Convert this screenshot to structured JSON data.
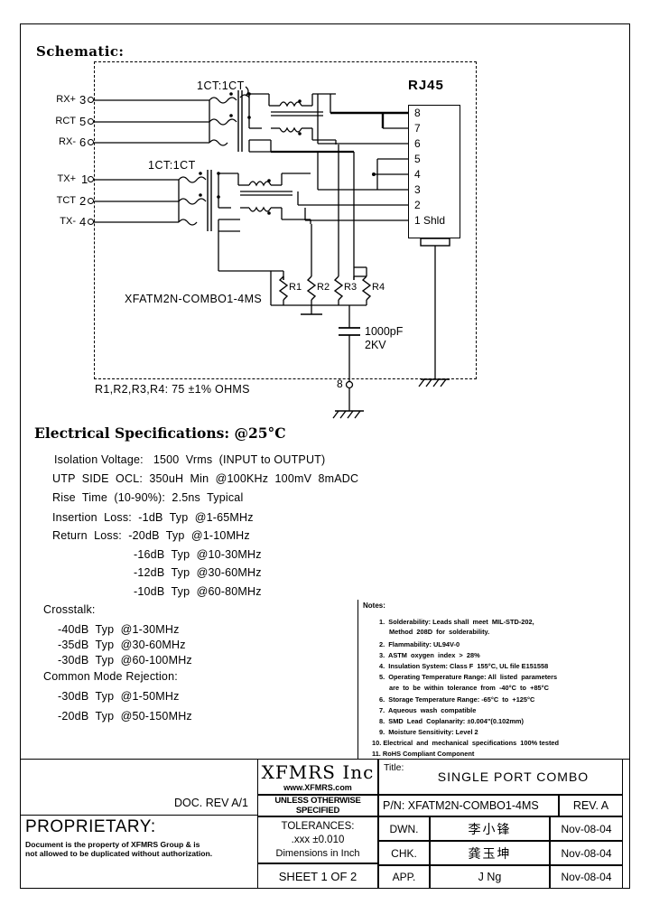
{
  "page": {
    "section_title": "Schematic:",
    "doc_rev": "DOC. REV A/1"
  },
  "schematic": {
    "transformer_ratio_top": "1CT:1CT",
    "transformer_ratio_bottom": "1CT:1CT",
    "part_label": "XFATM2N-COMBO1-4MS",
    "rj45_title": "RJ45",
    "left_pins": [
      {
        "name": "RX+",
        "num": "3"
      },
      {
        "name": "RCT",
        "num": "5"
      },
      {
        "name": "RX-",
        "num": "6"
      },
      {
        "name": "TX+",
        "num": "1"
      },
      {
        "name": "TCT",
        "num": "2"
      },
      {
        "name": "TX-",
        "num": "4"
      }
    ],
    "rj45_pins": [
      "8",
      "7",
      "6",
      "5",
      "4",
      "3",
      "2",
      "1  Shld"
    ],
    "resistors": [
      "R1",
      "R2",
      "R3",
      "R4"
    ],
    "cap_value": "1000pF",
    "cap_rating": "2KV",
    "shield_pin_num": "8",
    "resistor_note": "R1,R2,R3,R4:  75  ±1%  OHMS"
  },
  "electrical": {
    "heading": "Electrical   Specifications: @25°C",
    "lines": [
      "Isolation Voltage:   1500  Vrms  (INPUT to OUTPUT)",
      "UTP  SIDE  OCL:  350uH  Min  @100KHz  100mV  8mADC",
      "Rise  Time  (10-90%):  2.5ns  Typical",
      "Insertion  Loss:  -1dB  Typ  @1-65MHz",
      "Return  Loss:  -20dB  Typ  @1-10MHz",
      "-16dB  Typ  @10-30MHz",
      "-12dB  Typ  @30-60MHz",
      "-10dB  Typ  @60-80MHz"
    ],
    "crosstalk_heading": "Crosstalk:",
    "crosstalk": [
      "-40dB  Typ  @1-30MHz",
      "-35dB  Typ  @30-60MHz",
      "-30dB  Typ  @60-100MHz"
    ],
    "cmr_heading": "Common Mode Rejection:",
    "cmr": [
      "-30dB  Typ  @1-50MHz",
      "-20dB  Typ  @50-150MHz"
    ]
  },
  "notes": {
    "title": "Notes:",
    "items": [
      "1.  Solderability: Leads shall  meet  MIL-STD-202,",
      "Method  208D  for  solderability.",
      "2.  Flammability: UL94V-0",
      "3.  ASTM  oxygen  index  >  28%",
      "4.  Insulation System: Class F  155°C, UL file E151558",
      "5.  Operating Temperature Range: All  listed  parameters",
      "are  to  be  within  tolerance  from  -40°C  to  +85°C",
      "6.  Storage Temperature Range: -65°C  to  +125°C",
      "7.  Aqueous  wash  compatible",
      "8.  SMD  Lead  Coplanarity: ±0.004\"(0.102mm)",
      "9.  Moisture Sensitivity: Level 2",
      "10. Electrical  and  mechanical  specifications  100% tested",
      "11. RoHS Compliant Component"
    ]
  },
  "title_block": {
    "company": "XFMRS  Inc",
    "website": "www.XFMRS.com",
    "title_label": "Title:",
    "title_value": "SINGLE PORT COMBO",
    "unless_label": "UNLESS OTHERWISE SPECIFIED",
    "tolerances_label": "TOLERANCES:",
    "tolerance_value": ".xxx  ±0.010",
    "dimensions_label": "Dimensions in Inch",
    "sheet_label": "SHEET  1  OF  2",
    "pn_label": "P/N: XFATM2N-COMBO1-4MS",
    "rev_label": "REV. A",
    "rows": [
      {
        "role": "DWN.",
        "name": "李小锋",
        "date": "Nov-08-04"
      },
      {
        "role": "CHK.",
        "name": "龚玉坤",
        "date": "Nov-08-04"
      },
      {
        "role": "APP.",
        "name": "J Ng",
        "date": "Nov-08-04"
      }
    ]
  },
  "proprietary": {
    "title": "PROPRIETARY:",
    "line1": "Document  is  the  property  of  XFMRS  Group  &  is",
    "line2": "not  allowed  to  be  duplicated  without  authorization."
  }
}
